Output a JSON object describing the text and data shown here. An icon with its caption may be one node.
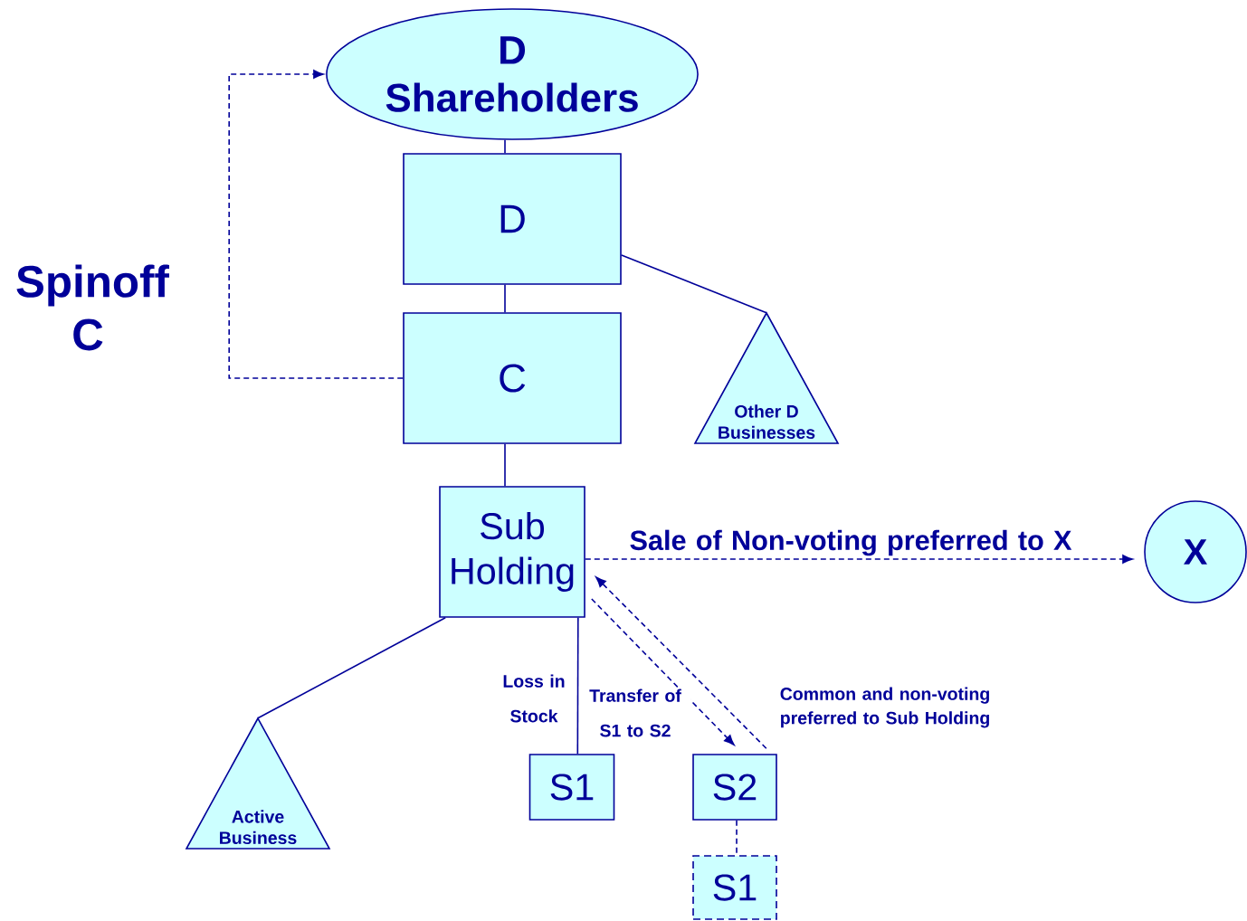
{
  "diagram": {
    "nodes": [
      {
        "text": [
          "D Shareholders"
        ]
      },
      {
        "text": [
          "D"
        ]
      },
      {
        "text": [
          "C"
        ]
      },
      {
        "text": [
          "Other D Businesses"
        ]
      },
      {
        "text": [
          "Sub Holding"
        ]
      },
      {
        "text": [
          "X"
        ]
      },
      {
        "text": [
          "Active Business"
        ]
      },
      {
        "text": [
          "S1"
        ]
      },
      {
        "text": [
          "S2"
        ]
      },
      {
        "text": [
          "S1"
        ]
      }
    ],
    "edges": [
      {
        "from": 0,
        "to": 1,
        "arrow": "none"
      },
      {
        "from": 1,
        "to": 2,
        "arrow": "none"
      },
      {
        "from": 1,
        "to": 3,
        "arrow": "none"
      },
      {
        "from": 2,
        "to": 4,
        "arrow": "none"
      },
      {
        "from": 2,
        "to": 0,
        "arrow": "to",
        "style": "dashed"
      },
      {
        "from": 4,
        "to": 5,
        "arrow": "to",
        "style": "dashed",
        "label": "Sale of Non-voting preferred to X"
      },
      {
        "from": 4,
        "to": 6,
        "arrow": "none"
      },
      {
        "from": 4,
        "to": 7,
        "arrow": "none",
        "label": "Loss in Stock"
      },
      {
        "from": 4,
        "to": 8,
        "arrow": "to",
        "style": "dashed",
        "label": "Transfer of S1 to S2"
      },
      {
        "from": 8,
        "to": 4,
        "arrow": "to",
        "style": "dashed",
        "label": "Common and non-voting preferred to Sub Holding"
      },
      {
        "from": 8,
        "to": 9,
        "arrow": "none",
        "style": "dashed"
      }
    ],
    "labels": [
      "Spinoff C"
    ]
  }
}
